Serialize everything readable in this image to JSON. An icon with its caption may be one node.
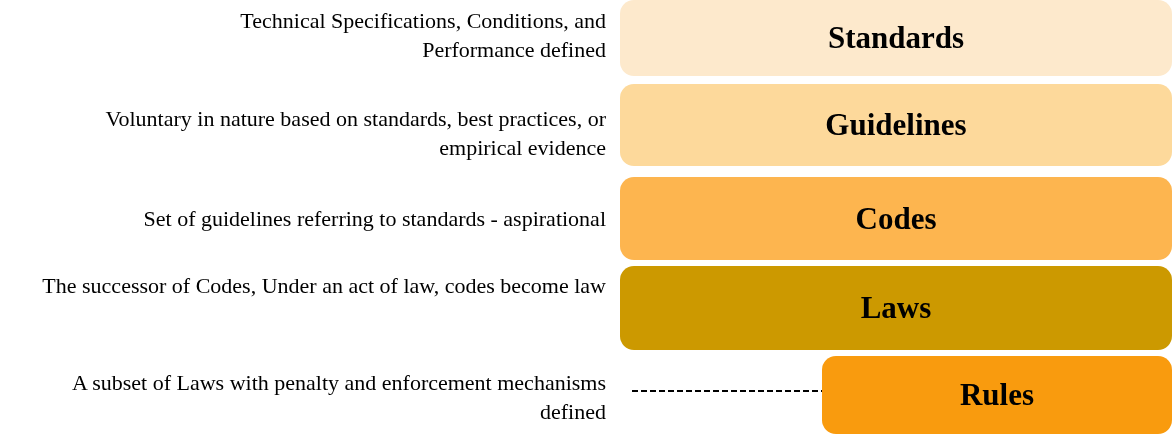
{
  "diagram": {
    "nodes": [
      {
        "text": [
          "Standards"
        ],
        "beside": [
          "Technical Specifications, Conditions, and Performance defined"
        ]
      },
      {
        "text": [
          "Guidelines"
        ],
        "beside": [
          "Voluntary in nature based on standards, best practices, or empirical evidence"
        ]
      },
      {
        "text": [
          "Codes"
        ],
        "beside": [
          "Set of guidelines referring to standards - aspirational"
        ]
      },
      {
        "text": [
          "Laws"
        ],
        "beside": [
          "The successor of Codes, Under an act of law, codes become law"
        ]
      },
      {
        "text": [
          "A subset of Laws with penalty and enforcement mechanisms defined"
        ]
      },
      {
        "text": [
          "Rules"
        ]
      }
    ],
    "edges": [
      {
        "from": 4,
        "to": 5,
        "arrow": "none",
        "style": "dashed"
      }
    ]
  }
}
